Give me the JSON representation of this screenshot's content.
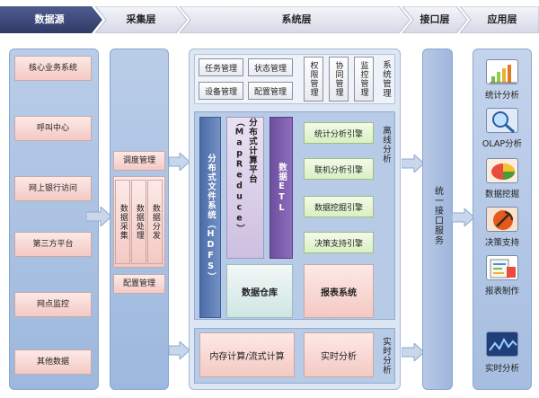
{
  "header": {
    "layers": [
      {
        "label": "数据源"
      },
      {
        "label": "采集层"
      },
      {
        "label": "系统层"
      },
      {
        "label": "接口层"
      },
      {
        "label": "应用层"
      }
    ]
  },
  "data_sources": [
    {
      "label": "核心业务系统"
    },
    {
      "label": "呼叫中心"
    },
    {
      "label": "网上银行访问"
    },
    {
      "label": "第三方平台"
    },
    {
      "label": "网点监控"
    },
    {
      "label": "其他数据"
    }
  ],
  "acquisition": {
    "scheduling": "调度管理",
    "collect": "数据采集",
    "process": "数据处理",
    "distribute": "数据分发",
    "config": "配置管理"
  },
  "system": {
    "management": {
      "task": "任务管理",
      "status": "状态管理",
      "device": "设备管理",
      "config": "配置管理",
      "permission": "权限管理",
      "coordination": "协同管理",
      "monitoring": "监控管理",
      "label": "系统管理"
    },
    "offline": {
      "hdfs": "分布式文件系统（HDFS）",
      "mapreduce": "分布式计算平台（MapReduce）",
      "etl": "数据ETL",
      "warehouse": "数据仓库",
      "engines": [
        "统计分析引擎",
        "联机分析引擎",
        "数据挖掘引擎",
        "决策支持引擎"
      ],
      "report": "报表系统",
      "label": "离线分析"
    },
    "realtime": {
      "compute": "内存计算/流式计算",
      "analysis": "实时分析",
      "label": "实时分析"
    }
  },
  "interface": {
    "label": "统一接口服务"
  },
  "applications": [
    {
      "label": "统计分析",
      "icon": "bar-chart-icon"
    },
    {
      "label": "OLAP分析",
      "icon": "magnifier-icon"
    },
    {
      "label": "数据挖掘",
      "icon": "pie-chart-icon"
    },
    {
      "label": "决策支持",
      "icon": "pickaxe-icon"
    },
    {
      "label": "报表制作",
      "icon": "report-icon"
    },
    {
      "label": "实时分析",
      "icon": "line-chart-icon"
    }
  ],
  "colors": {
    "header_dark": "#3e4a7a",
    "header_light": "#e4e6f0",
    "panel_blue": "#b7cae6",
    "pink_box": "#f4c9c4",
    "green_box": "#d9efc3",
    "hdfs_blue": "#4a6ca8",
    "etl_purple": "#6e4f9f"
  }
}
